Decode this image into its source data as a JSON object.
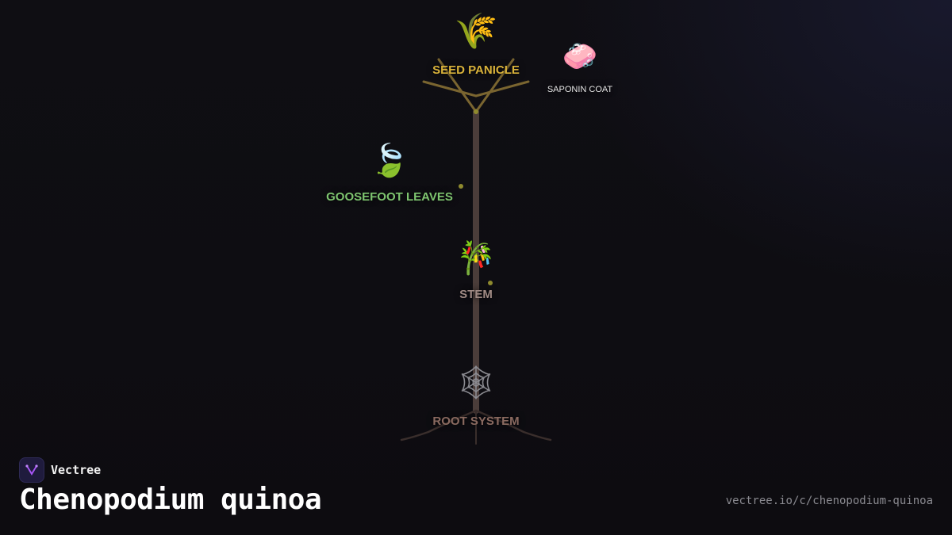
{
  "brand": {
    "name": "Vectree",
    "accent": "#a855f7"
  },
  "title": "Chenopodium quinoa",
  "url": "vectree.io/c/chenopodium-quinoa",
  "colors": {
    "trunk": "#4b3d3a",
    "branch": "#7a6530",
    "root": "#3a2e2c",
    "dot": "#8f8a2e"
  },
  "nodes": {
    "seed_panicle": {
      "label": "SEED PANICLE",
      "icon": "sheaf-of-rice-icon",
      "glyph": "🌾",
      "color": "#d9b23a"
    },
    "saponin_coat": {
      "label": "SAPONIN COAT",
      "icon": "soap-icon",
      "glyph": "🧼",
      "color": "#e6e6e6"
    },
    "goosefoot_leaves": {
      "label": "GOOSEFOOT LEAVES",
      "icon": "leaf-fluttering-icon",
      "glyph": "🍃",
      "color": "#7ec46f"
    },
    "stem": {
      "label": "STEM",
      "icon": "tanabata-tree-icon",
      "glyph": "🎋",
      "color": "#a08a84"
    },
    "root_system": {
      "label": "ROOT SYSTEM",
      "icon": "spider-web-icon",
      "glyph": "🕸",
      "color": "#8a6a60"
    }
  }
}
